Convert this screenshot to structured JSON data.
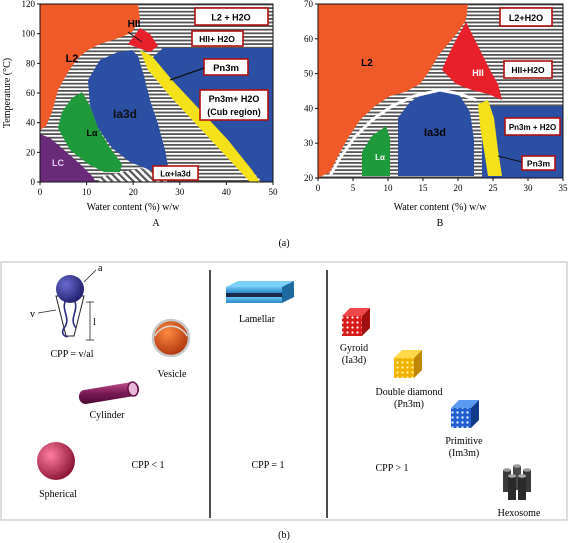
{
  "panel_a": {
    "sub_label": "A",
    "xlabel": "Water content (%) w/w",
    "ylabel": "Temperature (°C)",
    "xticks": [
      "0",
      "10",
      "20",
      "30",
      "40",
      "50"
    ],
    "yticks": [
      "0",
      "20",
      "40",
      "60",
      "80",
      "100",
      "120"
    ],
    "regions": {
      "l2": "L2",
      "hii": "HII",
      "la": "Lα",
      "lc": "LC",
      "ia3d": "Ia3d"
    },
    "boxes": {
      "l2_h2o": "L2 + H2O",
      "hii_h2o": "HII+ H2O",
      "pn3m": "Pn3m",
      "pn3m_h2o_1": "Pn3m+ H2O",
      "pn3m_h2o_2": "(Cub region)",
      "la_ia3d": "Lα+Ia3d"
    }
  },
  "panel_b": {
    "sub_label": "B",
    "xlabel": "Water content (%) w/w",
    "xticks": [
      "0",
      "5",
      "10",
      "15",
      "20",
      "25",
      "30",
      "35"
    ],
    "yticks": [
      "20",
      "30",
      "40",
      "50",
      "60",
      "70"
    ],
    "regions": {
      "l2": "L2",
      "hii": "HII",
      "la": "Lα",
      "ia3d": "Ia3d"
    },
    "boxes": {
      "l2_h2o": "L2+H2O",
      "hii_h2o": "HII+H2O",
      "pn3m_h2o": "Pn3m + H2O",
      "pn3m": "Pn3m"
    }
  },
  "caption_a": "(a)",
  "caption_b": "(b)",
  "bottom": {
    "cpp_formula": "CPP = v/al",
    "mol_a": "a",
    "mol_v": "v",
    "mol_l": "l",
    "vesicle": "Vesicle",
    "cylinder": "Cylinder",
    "spherical": "Spherical",
    "cpp_lt": "CPP < 1",
    "lamellar": "Lamellar",
    "cpp_eq": "CPP = 1",
    "gyroid_1": "Gyroid",
    "gyroid_2": "(Ia3d)",
    "diamond_1": "Double diamond",
    "diamond_2": "(Pn3m)",
    "primitive_1": "Primitive",
    "primitive_2": "(Im3m)",
    "hexosome": "Hexosome",
    "cpp_gt": "CPP > 1"
  },
  "colors": {
    "l2": "#f05a28",
    "hii": "#e8202a",
    "cubic": "#2b4fa3",
    "la": "#1f9a3a",
    "lc": "#6a2a7a",
    "pn3m": "#f5e11a",
    "box_border": "#b01010"
  }
}
